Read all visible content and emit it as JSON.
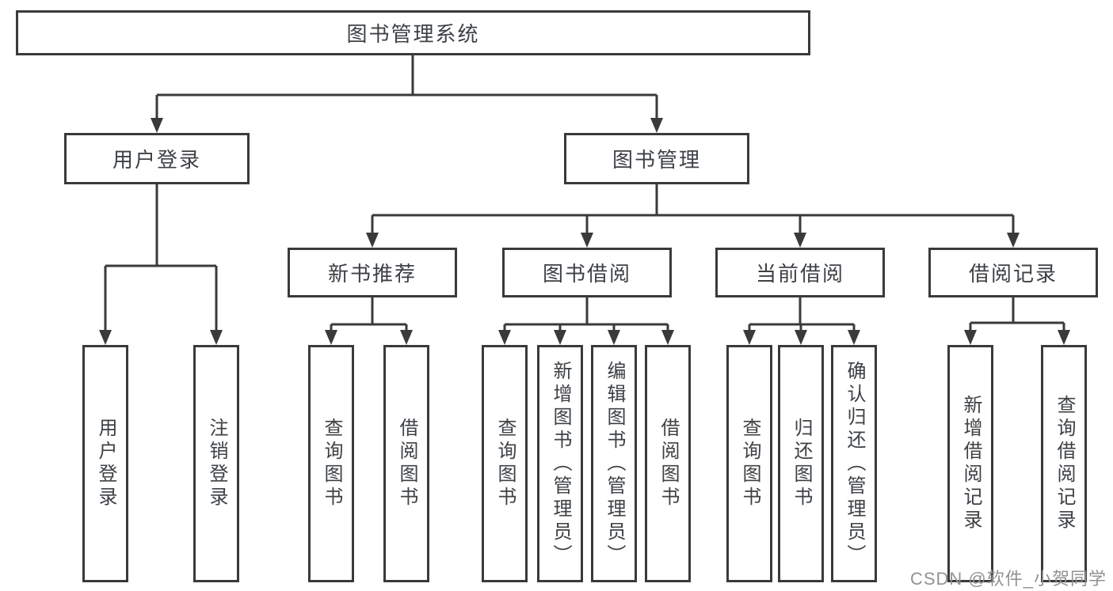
{
  "diagram": {
    "title": "图书管理系统",
    "level2": [
      {
        "label": "用户登录"
      },
      {
        "label": "图书管理"
      }
    ],
    "level3": [
      {
        "label": "新书推荐",
        "parent": "图书管理"
      },
      {
        "label": "图书借阅",
        "parent": "图书管理"
      },
      {
        "label": "当前借阅",
        "parent": "图书管理"
      },
      {
        "label": "借阅记录",
        "parent": "图书管理"
      }
    ],
    "leaves": [
      {
        "label": "用户登录",
        "parent": "用户登录"
      },
      {
        "label": "注销登录",
        "parent": "用户登录"
      },
      {
        "label": "查询图书",
        "parent": "新书推荐"
      },
      {
        "label": "借阅图书",
        "parent": "新书推荐"
      },
      {
        "label": "查询图书",
        "parent": "图书借阅"
      },
      {
        "label": "新增图书（管理员）",
        "parent": "图书借阅"
      },
      {
        "label": "编辑图书（管理员）",
        "parent": "图书借阅"
      },
      {
        "label": "借阅图书",
        "parent": "图书借阅"
      },
      {
        "label": "查询图书",
        "parent": "当前借阅"
      },
      {
        "label": "归还图书",
        "parent": "当前借阅"
      },
      {
        "label": "确认归还（管理员）",
        "parent": "当前借阅"
      },
      {
        "label": "新增借阅记录",
        "parent": "借阅记录"
      },
      {
        "label": "查询借阅记录",
        "parent": "借阅记录"
      }
    ],
    "colors": {
      "line": "#3a3a3a",
      "text": "#3d4145",
      "watermark": "#929292"
    }
  },
  "watermark": {
    "text": "CSDN @软件_小贺同学"
  }
}
